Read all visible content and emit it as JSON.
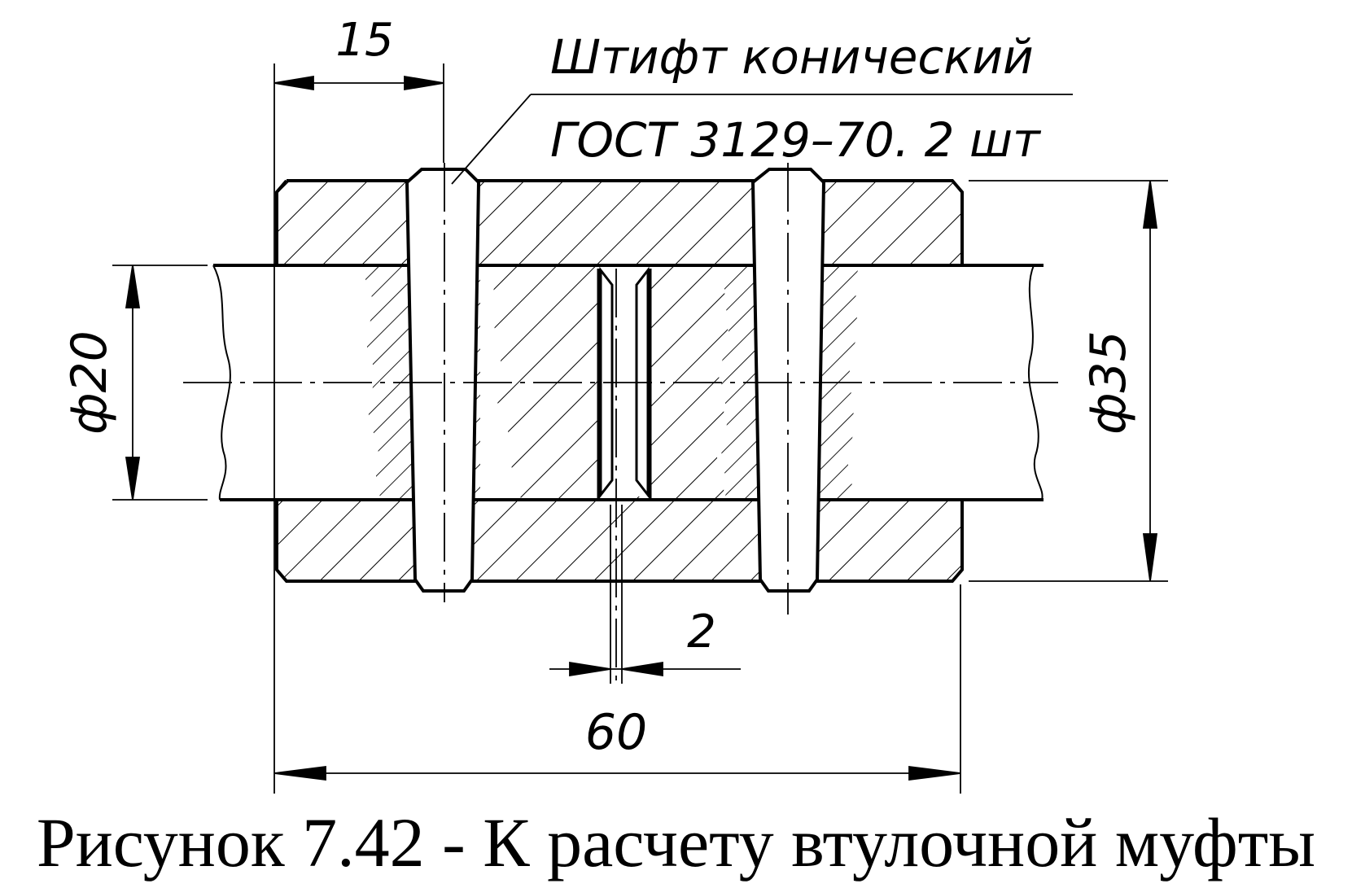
{
  "annotation": {
    "line1": "Штифт конический",
    "line2": "ГОСТ 3129–70. 2 шт"
  },
  "dimensions": {
    "pin_offset": "15",
    "shaft_diameter": "ф20",
    "sleeve_diameter": "ф35",
    "gap": "2",
    "length": "60"
  },
  "caption": "Рисунок 7.42 - К расчету втулочной муфты"
}
